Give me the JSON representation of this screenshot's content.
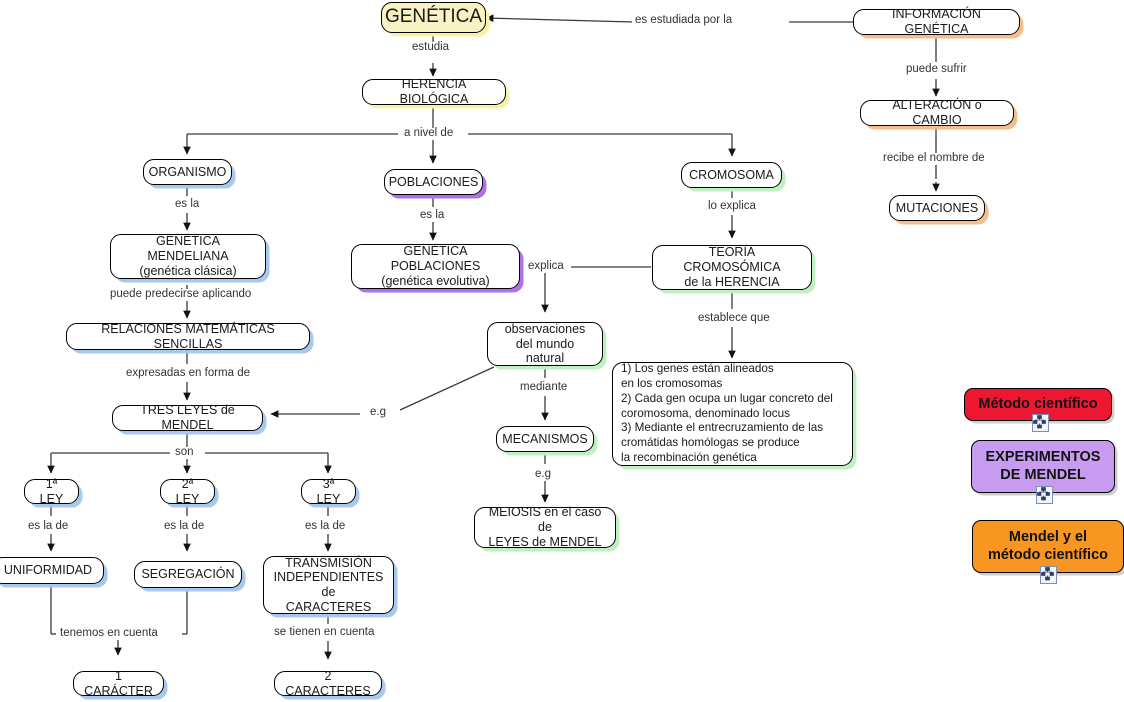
{
  "map": {
    "title": "GENÉTICA",
    "nodes": {
      "genetica": "GENÉTICA",
      "herencia": "HERENCIA BIOLÓGICA",
      "organismo": "ORGANISMO",
      "poblaciones": "POBLACIONES",
      "cromosoma": "CROMOSOMA",
      "info_genetica": "INFORMACIÓN GENÉTICA",
      "alteracion": "ALTERACIÓN o CAMBIO",
      "mutaciones": "MUTACIONES",
      "gen_mendeliana_l1": "GENÉTICA MENDELIANA",
      "gen_mendeliana_l2": "(genética clásica)",
      "gen_poblaciones_l1": "GENÉTICA POBLACIONES",
      "gen_poblaciones_l2": "(genética evolutiva)",
      "teoria_l1": "TEORÍA CROMOSÓMICA",
      "teoria_l2": "de la HERENCIA",
      "relaciones": "RELACIONES MATEMÁTICAS SENCILLAS",
      "observaciones_l1": "observaciones",
      "observaciones_l2": "del mundo natural",
      "mecanismos": "MECANISMOS",
      "meiosis_l1": "MEIOSIS en el caso de",
      "meiosis_l2": "LEYES de MENDEL",
      "tres_leyes": "TRES LEYES de MENDEL",
      "ley1": "1ª LEY",
      "ley2": "2ª LEY",
      "ley3": "3ª LEY",
      "uniformidad": "UNIFORMIDAD",
      "segregacion": "SEGREGACIÓN",
      "transmision_l1": "TRANSMISIÓN",
      "transmision_l2": "INDEPENDIENTES de",
      "transmision_l3": "CARACTERES",
      "caracter1": "1 CARÁCTER",
      "caracteres2": "2 CARACTERES",
      "establece_l1": "1) Los genes están alineados",
      "establece_l2": "en los cromosomas",
      "establece_l3": "2) Cada gen ocupa un lugar concreto del",
      "establece_l4": "coromosoma, denominado locus",
      "establece_l5": "3) Mediante el entrecruzamiento de las",
      "establece_l6": "cromátidas homólogas se produce",
      "establece_l7": "la recombinación genética"
    },
    "linkLabels": {
      "estudia": "estudia",
      "es_estudiada_por_la": "es estudiada por la",
      "puede_sufrir": "puede sufrir",
      "recibe_el_nombre_de": "recibe el nombre de",
      "a_nivel_de": "a nivel de",
      "es_la_1": "es la",
      "es_la_2": "es la",
      "lo_explica": "lo explica",
      "puede_predecirse": "puede predecirse aplicando",
      "expresadas": "expresadas en forma de",
      "explica": "explica",
      "establece_que": "establece que",
      "mediante": "mediante",
      "eg_mecanismos": "e.g",
      "eg_leyes": "e.g",
      "son": "son",
      "es_la_de_1": "es la de",
      "es_la_de_2": "es la de",
      "es_la_de_3": "es la de",
      "tenemos_en_cuenta": "tenemos en cuenta",
      "se_tienen_en_cuenta": "se tienen en cuenta"
    },
    "resources": [
      {
        "id": "metodo-cientifico",
        "label": "Método científico",
        "color": "#ee1731",
        "icon": "concept-map-icon"
      },
      {
        "id": "experimentos-mendel",
        "label_l1": "EXPERIMENTOS",
        "label_l2": "DE MENDEL",
        "color": "#c79bf0",
        "icon": "concept-map-icon"
      },
      {
        "id": "mendel-metodo-cientifico",
        "label_l1": "Mendel y el",
        "label_l2": "método científico",
        "color": "#f79620",
        "icon": "concept-map-icon"
      }
    ],
    "colors": {
      "shadow_blue": "#a8c8f0",
      "shadow_yellow": "#f7f2a8",
      "shadow_purple": "#b070e8",
      "shadow_green": "#bff0bf",
      "shadow_orange": "#f7bd8a",
      "node_fill_yellow": "#f7f3c4",
      "line": "#262626"
    }
  }
}
